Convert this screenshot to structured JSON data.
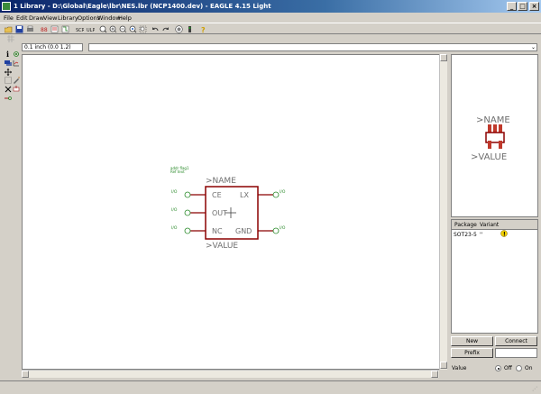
{
  "window": {
    "title": "1 Library - D:\\Global\\Eagle\\lbr\\NES.lbr (NCP1400.dev) - EAGLE 4.15 Light",
    "controls": [
      "_",
      "□",
      "×"
    ]
  },
  "menu": [
    "File",
    "Edit",
    "Draw",
    "View",
    "Library",
    "Options",
    "Window",
    "Help"
  ],
  "toolbar": {
    "icons": [
      "open-icon",
      "save-icon",
      "print-icon",
      "cam-icon",
      "board-icon",
      "schematic-icon",
      "script-icon",
      "run-ulp-icon",
      "zoom-fit-icon",
      "zoom-in-icon",
      "zoom-out-icon",
      "zoom-redraw-icon",
      "zoom-select-icon",
      "undo-icon",
      "redo-icon",
      "stop-icon",
      "go-icon",
      "help-icon"
    ]
  },
  "coordinates": "0.1 inch (0.0 1.2)",
  "command_input": "",
  "schematic": {
    "symbol": {
      "name_label": ">NAME",
      "value_label": ">VALUE",
      "pins_left": [
        "CE",
        "OUT",
        "NC"
      ],
      "pins_right": [
        "LX",
        "GND"
      ],
      "pin_dir_left": [
        "I/O",
        "I/O",
        "I/O"
      ],
      "pin_dir_right": [
        "I/O",
        "I/O"
      ],
      "tiny_text_1": "addr flag1",
      "tiny_text_2": "Ref text"
    }
  },
  "preview": {
    "name_label": ">NAME",
    "value_label": ">VALUE"
  },
  "packages": {
    "headers": [
      "Package",
      "Variant"
    ],
    "rows": [
      {
        "package": "SOT23-5",
        "variant": "''"
      }
    ]
  },
  "buttons": {
    "new": "New",
    "connect": "Connect",
    "prefix": "Prefix"
  },
  "prefix_value": "",
  "value": {
    "label": "Value",
    "off": "Off",
    "on": "On",
    "selected": "Off"
  },
  "colors": {
    "symbol": "#8b0000",
    "pin": "#2a8a2a",
    "text": "#6e6e6e",
    "pad": "#c0392b"
  }
}
